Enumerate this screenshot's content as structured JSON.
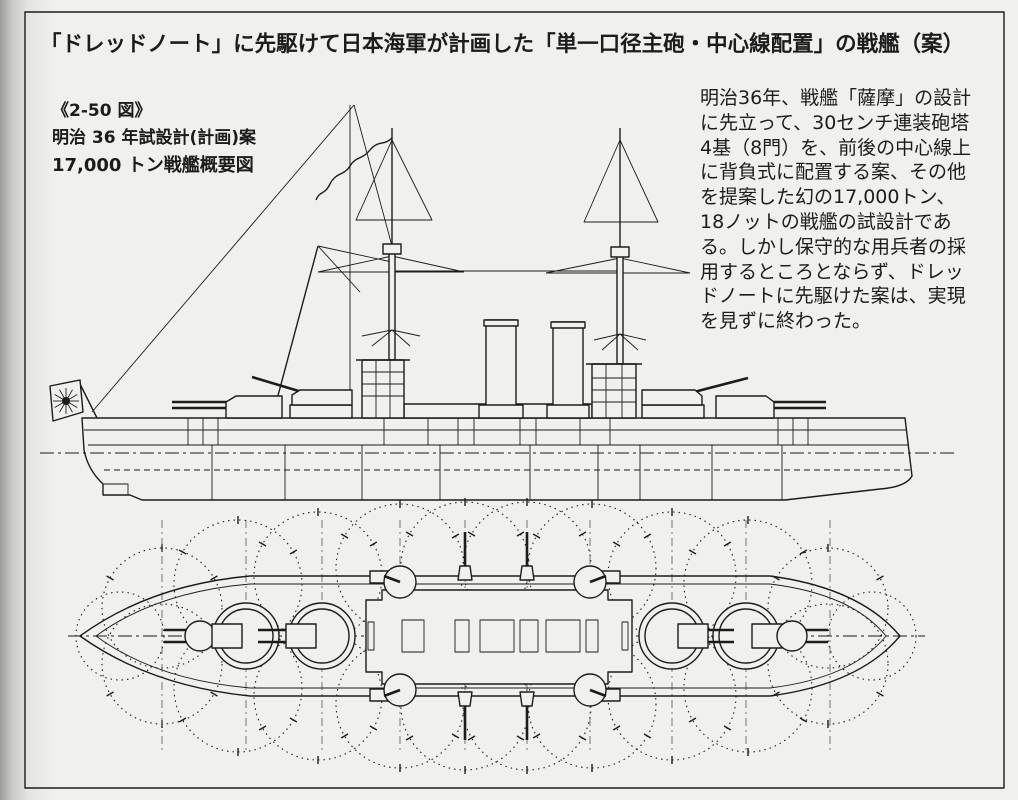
{
  "title": "「ドレッドノート」に先駆けて日本海軍が計画した「単一口径主砲・中心線配置」の戦艦（案）",
  "caption": {
    "figure_no": "《2-50 図》",
    "line1": "明治 36 年試設計(計画)案",
    "line2": "17,000 トン戦艦概要図"
  },
  "description": {
    "lines": [
      "明治36年、戦艦「薩摩」の設計",
      "に先立って、30センチ連装砲塔",
      "4基（8門）を、前後の中心線上",
      "に背負式に配置する案、その他",
      "を提案した幻の17,000トン、",
      "18ノットの戦艦の試設計であ",
      "る。しかし保守的な用兵者の採",
      "用するところとならず、ドレッ",
      "ドノートに先駆けた案は、実現",
      "を見ずに終わった。"
    ]
  },
  "colors": {
    "ink": "#1c1c1c",
    "paper": "#f0f0ec"
  }
}
